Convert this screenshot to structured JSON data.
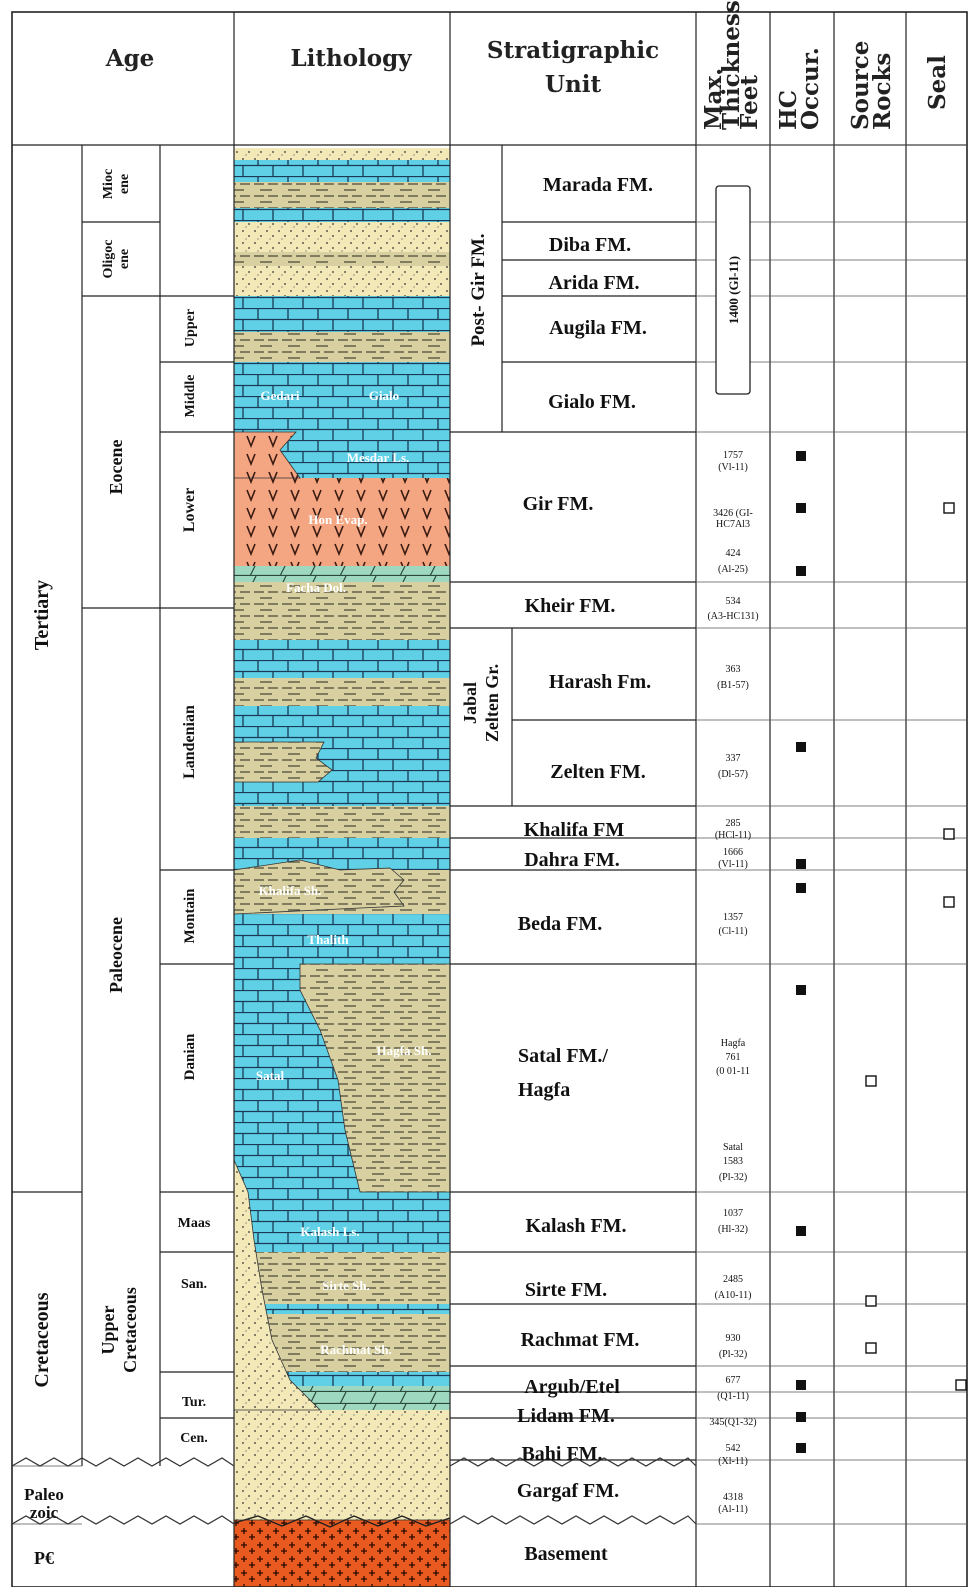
{
  "headers": {
    "age": "Age",
    "lithology": "Lithology",
    "unit_line1": "Stratigraphic",
    "unit_line2": "Unit",
    "thickness_line1": "Max.",
    "thickness_line2": "Thickness",
    "thickness_line3": "Feet",
    "hc_line1": "HC",
    "hc_line2": "Occur.",
    "source_line1": "Source",
    "source_line2": "Rocks",
    "seal": "Seal"
  },
  "eras": {
    "tertiary": "Tertiary",
    "cretaceous": "Cretaceous",
    "paleozoic_line1": "Paleo",
    "paleozoic_line2": "zoic",
    "precambrian": "P€"
  },
  "epochs": {
    "miocene_line1": "Mioc",
    "miocene_line2": "ene",
    "oligocene_line1": "Oligoc",
    "oligocene_line2": "ene",
    "eocene": "Eocene",
    "paleocene": "Paleocene",
    "upper_cretaceous_line1": "Upper",
    "upper_cretaceous_line2": "Cretaceous"
  },
  "stages": {
    "upper": "Upper",
    "middle": "Middle",
    "lower": "Lower",
    "landenian": "Landenian",
    "montain": "Montain",
    "danian": "Danian",
    "maas": "Maas",
    "san": "San.",
    "tur": "Tur.",
    "cen": "Cen."
  },
  "groups": {
    "post_gir": "Post- Gir FM.",
    "jabal_line1": "Jabal",
    "jabal_line2": "Zelten Gr."
  },
  "formations": {
    "marada": "Marada FM.",
    "diba": "Diba FM.",
    "arida": "Arida FM.",
    "augila": "Augila FM.",
    "gialo": "Gialo FM.",
    "gir": "Gir FM.",
    "kheir": "Kheir FM.",
    "harash": "Harash Fm.",
    "zelten": "Zelten FM.",
    "khalifa": "Khalifa FM",
    "dahra": "Dahra FM.",
    "beda": "Beda FM.",
    "satal_line1": "Satal FM./",
    "satal_line2": "Hagfa",
    "kalash": "Kalash FM.",
    "sirte": "Sirte FM.",
    "rachmat": "Rachmat FM.",
    "argub": "Argub/Etel",
    "lidam": "Lidam FM.",
    "bahi": "Bahi FM.",
    "gargaf": "Gargaf FM.",
    "basement": "Basement"
  },
  "thickness": {
    "post_gir": "1400 (Gl-11)",
    "gir_1_a": "1757",
    "gir_1_b": "(Vl-11)",
    "gir_2_a": "3426 (GI-",
    "gir_2_b": "HC7Al3",
    "gir_3_a": "424",
    "gir_3_b": "(Al-25)",
    "kheir_a": "534",
    "kheir_b": "(A3-HC131)",
    "harash_a": "363",
    "harash_b": "(B1-57)",
    "zelten_a": "337",
    "zelten_b": "(Dl-57)",
    "khalifa_a": "285",
    "khalifa_b": "(HCl-11)",
    "dahra_a": "1666",
    "dahra_b": "(Vl-11)",
    "beda_a": "1357",
    "beda_b": "(Cl-11)",
    "hagfa_a": "Hagfa",
    "hagfa_b": "761",
    "hagfa_c": "(0 01-11",
    "satal_a": "Satal",
    "satal_b": "1583",
    "satal_c": "(Pl-32)",
    "kalash_a": "1037",
    "kalash_b": "(Hl-32)",
    "sirte_a": "2485",
    "sirte_b": "(A10-11)",
    "rachmat_a": "930",
    "rachmat_b": "(Pl-32)",
    "argub_a": "677",
    "argub_b": "(Q1-11)",
    "lidam": "345(Q1-32)",
    "bahi_a": "542",
    "bahi_b": "(Xl-11)",
    "gargaf_a": "4318",
    "gargaf_b": "(Al-11)"
  },
  "lith_labels": {
    "gedari": "Gedari",
    "gialo": "Gialo",
    "mesdar": "Mesdar Ls.",
    "hon_evap": "Hon Evap.",
    "facha": "Facha Dol.",
    "kalash": "Kalash Ls.",
    "sirte": "Sirte Sh.",
    "hagfa": "Hagfa Sh.",
    "satal": "Satal",
    "thalith": "Thalith",
    "khalifa": "Khalifa Sh.",
    "rachmat": "Rachmat Sh."
  },
  "markers": {
    "hc_occurrence": [
      {
        "unit": "Gir FM. (1757)",
        "symbol": "filled-square"
      },
      {
        "unit": "Gir FM. (3426)",
        "symbol": "filled-square"
      },
      {
        "unit": "Gir FM. (424)",
        "symbol": "filled-square"
      },
      {
        "unit": "Zelten FM.",
        "symbol": "filled-square"
      },
      {
        "unit": "Dahra FM.",
        "symbol": "filled-square"
      },
      {
        "unit": "Beda FM.",
        "symbol": "filled-square"
      },
      {
        "unit": "Satal FM./Hagfa",
        "symbol": "filled-square"
      },
      {
        "unit": "Kalash FM.",
        "symbol": "filled-square"
      },
      {
        "unit": "Argub/Etel",
        "symbol": "filled-square"
      },
      {
        "unit": "Lidam FM.",
        "symbol": "filled-square"
      },
      {
        "unit": "Bahi FM.",
        "symbol": "filled-square"
      }
    ],
    "source_rocks": [
      {
        "unit": "Satal FM./Hagfa",
        "symbol": "open-square"
      },
      {
        "unit": "Sirte FM.",
        "symbol": "open-square"
      },
      {
        "unit": "Rachmat FM.",
        "symbol": "open-square"
      }
    ],
    "seal": [
      {
        "unit": "Gir FM.",
        "symbol": "open-square"
      },
      {
        "unit": "Khalifa FM",
        "symbol": "open-square"
      },
      {
        "unit": "Beda FM.",
        "symbol": "open-square"
      },
      {
        "unit": "Argub/Etel",
        "symbol": "open-square"
      }
    ]
  },
  "colors": {
    "limestone": "#5fd0e6",
    "shale": "#d8d0a0",
    "sandstone": "#f2e8b8",
    "evaporite": "#f4a582",
    "dolomite": "#9fd8c0",
    "basement": "#e85a20",
    "grid": "#222222"
  }
}
